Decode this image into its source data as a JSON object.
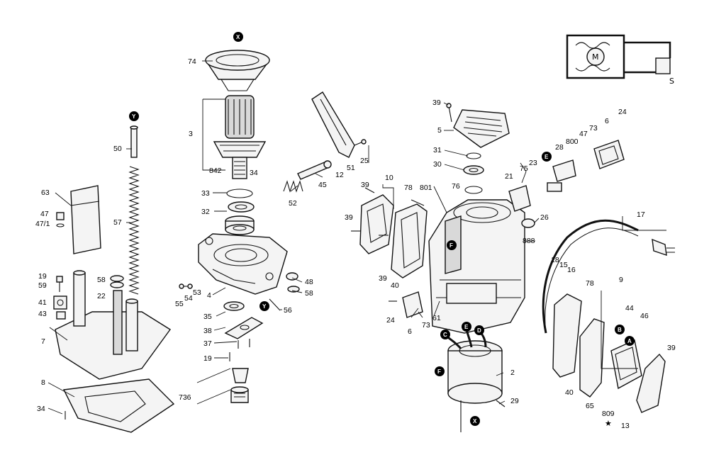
{
  "labels": {
    "l74": "74",
    "l3": "3",
    "l842": "842",
    "l34a": "34",
    "l33": "33",
    "l32": "32",
    "l45": "45",
    "l12": "12",
    "l51": "51",
    "l25": "25",
    "l52": "52",
    "l50": "50",
    "l57": "57",
    "l63": "63",
    "l47": "47",
    "l47_1": "47/1",
    "l19a": "19",
    "l59": "59",
    "l41": "41",
    "l43": "43",
    "l7": "7",
    "l58a": "58",
    "l22": "22",
    "l4": "4",
    "l55": "55",
    "l54": "54",
    "l53": "53",
    "l48": "48",
    "l58b": "58",
    "l56": "56",
    "l35": "35",
    "l38": "38",
    "l37": "37",
    "l19b": "19",
    "l736": "736",
    "l8": "8",
    "l34b": "34",
    "l39a": "39",
    "l5": "5",
    "l31": "31",
    "l30": "30",
    "l76": "76",
    "l801": "801",
    "l10": "10",
    "l39b": "39",
    "l78a": "78",
    "l39c": "39",
    "l39d": "39",
    "l40a": "40",
    "l24a": "24",
    "l6a": "6",
    "l73a": "73",
    "l61": "61",
    "l21": "21",
    "l75": "75",
    "l23": "23",
    "l28": "28",
    "l800": "800",
    "l47b": "47",
    "l73b": "73",
    "l6b": "6",
    "l24b": "24",
    "l26": "26",
    "l888": "888",
    "l17": "17",
    "l18": "18",
    "l15": "15",
    "l16": "16",
    "l78b": "78",
    "l9": "9",
    "l44": "44",
    "l46": "46",
    "l2": "2",
    "l29": "29",
    "l40b": "40",
    "l65": "65",
    "l809": "809",
    "l13": "13",
    "l39e": "39"
  },
  "callouts": {
    "X_top": "X",
    "X_bottom": "X",
    "Y_top": "Y",
    "Y_mid": "Y",
    "E_left": "E",
    "E_mid": "E",
    "F_upper": "F",
    "F_lower": "F",
    "C": "C",
    "D": "D",
    "A": "A",
    "B": "B"
  },
  "symbols": {
    "star": "★",
    "motor": "M",
    "brush": "S"
  }
}
